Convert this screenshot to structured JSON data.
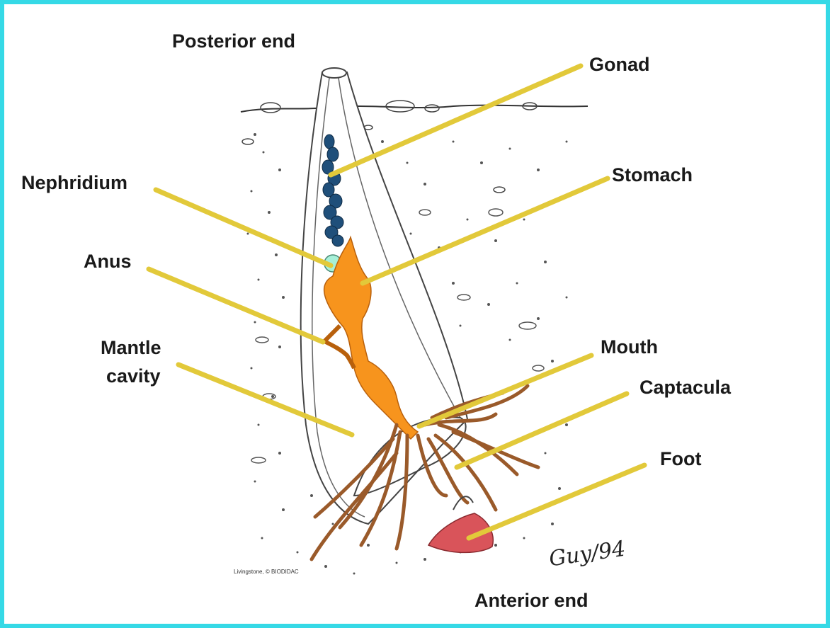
{
  "diagram": {
    "labels": {
      "posterior_end": "Posterior end",
      "anterior_end": "Anterior end",
      "gonad": "Gonad",
      "nephridium": "Nephridium",
      "stomach": "Stomach",
      "anus": "Anus",
      "mantle_cavity_line1": "Mantle",
      "mantle_cavity_line2": "cavity",
      "mouth": "Mouth",
      "captacula": "Captacula",
      "foot": "Foot"
    },
    "credit": "Livingstone, © BIODIDAC",
    "signature": "Guy/94"
  },
  "colors": {
    "frame_border": "#35d9e6",
    "leader_line": "#e2c93a",
    "gonad": "#1f4f7a",
    "nephridium": "#a7f0d8",
    "stomach": "#f7941d",
    "captacula": "#9a5a2a",
    "foot": "#d9545a",
    "shell_outline": "#444444"
  }
}
